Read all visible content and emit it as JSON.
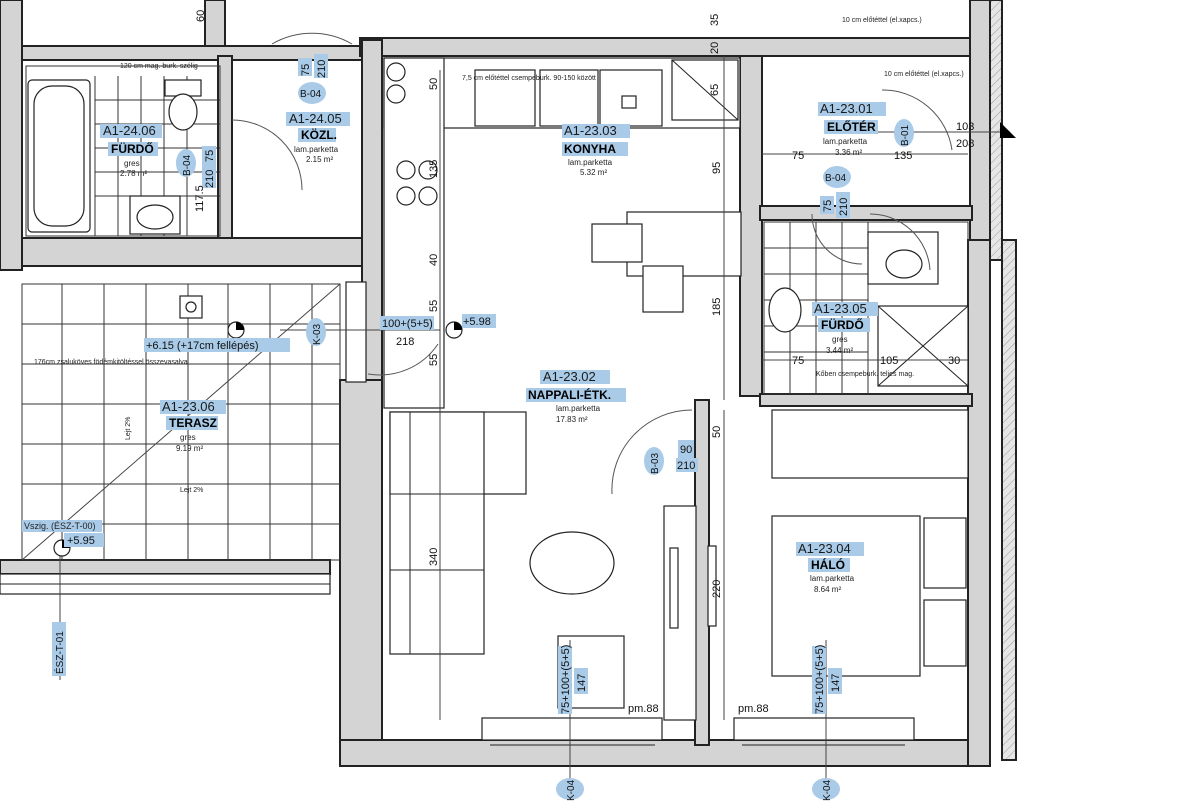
{
  "rooms": [
    {
      "id": "A1-24.06",
      "name": "FÜRDŐ",
      "floor": "gres",
      "area": "2.78 m²"
    },
    {
      "id": "A1-24.05",
      "name": "KÖZL.",
      "floor": "lam.parketta",
      "area": "2.15 m²"
    },
    {
      "id": "A1-23.03",
      "name": "KONYHA",
      "floor": "lam.parketta",
      "area": "5.32 m²"
    },
    {
      "id": "A1-23.01",
      "name": "ELŐTÉR",
      "floor": "lam.parketta",
      "area": "3.36 m²"
    },
    {
      "id": "A1-23.05",
      "name": "FÜRDŐ",
      "floor": "gres",
      "area": "3.44 m²"
    },
    {
      "id": "A1-23.06",
      "name": "TERASZ",
      "floor": "gres",
      "area": "9.19 m²"
    },
    {
      "id": "A1-23.02",
      "name": "NAPPALI-ÉTK.",
      "floor": "lam.parketta",
      "area": "17.83 m²"
    },
    {
      "id": "A1-23.04",
      "name": "HÁLÓ",
      "floor": "lam.parketta",
      "area": "8.64 m²"
    }
  ],
  "door_tags": [
    "B-04",
    "B-04",
    "B-01",
    "B-04",
    "B-03",
    "K-03",
    "K-04",
    "K-04",
    "ÉSZ-T-01"
  ],
  "levels": [
    "+5.98",
    "+6.15 (+17cm fellépés)",
    "+5.95",
    "Vszig. (ÉSZ-T-00)"
  ],
  "dimensions": {
    "d60": "60",
    "d35": "35",
    "d20": "20",
    "d75a": "75",
    "d210a": "210",
    "d50a": "50",
    "d65": "65",
    "d135a": "135",
    "d95": "95",
    "d40": "40",
    "d55a": "55",
    "d55b": "55",
    "d185": "185",
    "d340": "340",
    "d220": "220",
    "d50b": "50",
    "d90": "90",
    "d210b": "210",
    "d100a": "100+(5+5)",
    "d218": "218",
    "d103": "103",
    "d208": "208",
    "d75b": "75",
    "d135b": "135",
    "d75c": "75",
    "d210c": "210",
    "d75d": "75",
    "d105": "105",
    "d30": "30",
    "d75e": "75",
    "d210d": "210",
    "d117": "117.5",
    "d147a": "147",
    "d147b": "147",
    "win1": "75+100+(5+5)",
    "win2": "75+100+(5+5)",
    "pm1": "pm.88",
    "pm2": "pm.88"
  },
  "notes": {
    "n1": "10 cm előtéttel (el.xapcs.)",
    "n2": "10 cm előtéttel (el.xapcs.)",
    "n3": "120 cm mag. burk. szélig",
    "n4": "7,5 cm előtéttel csempeburk. 90-150 között",
    "n5": "Kőben csempeburk. teljes mag.",
    "n6": "176cm zsaluköves födémkitöltéssel összevasalva",
    "n7": "Lejt 2%",
    "n8": "Lejt 2%"
  }
}
